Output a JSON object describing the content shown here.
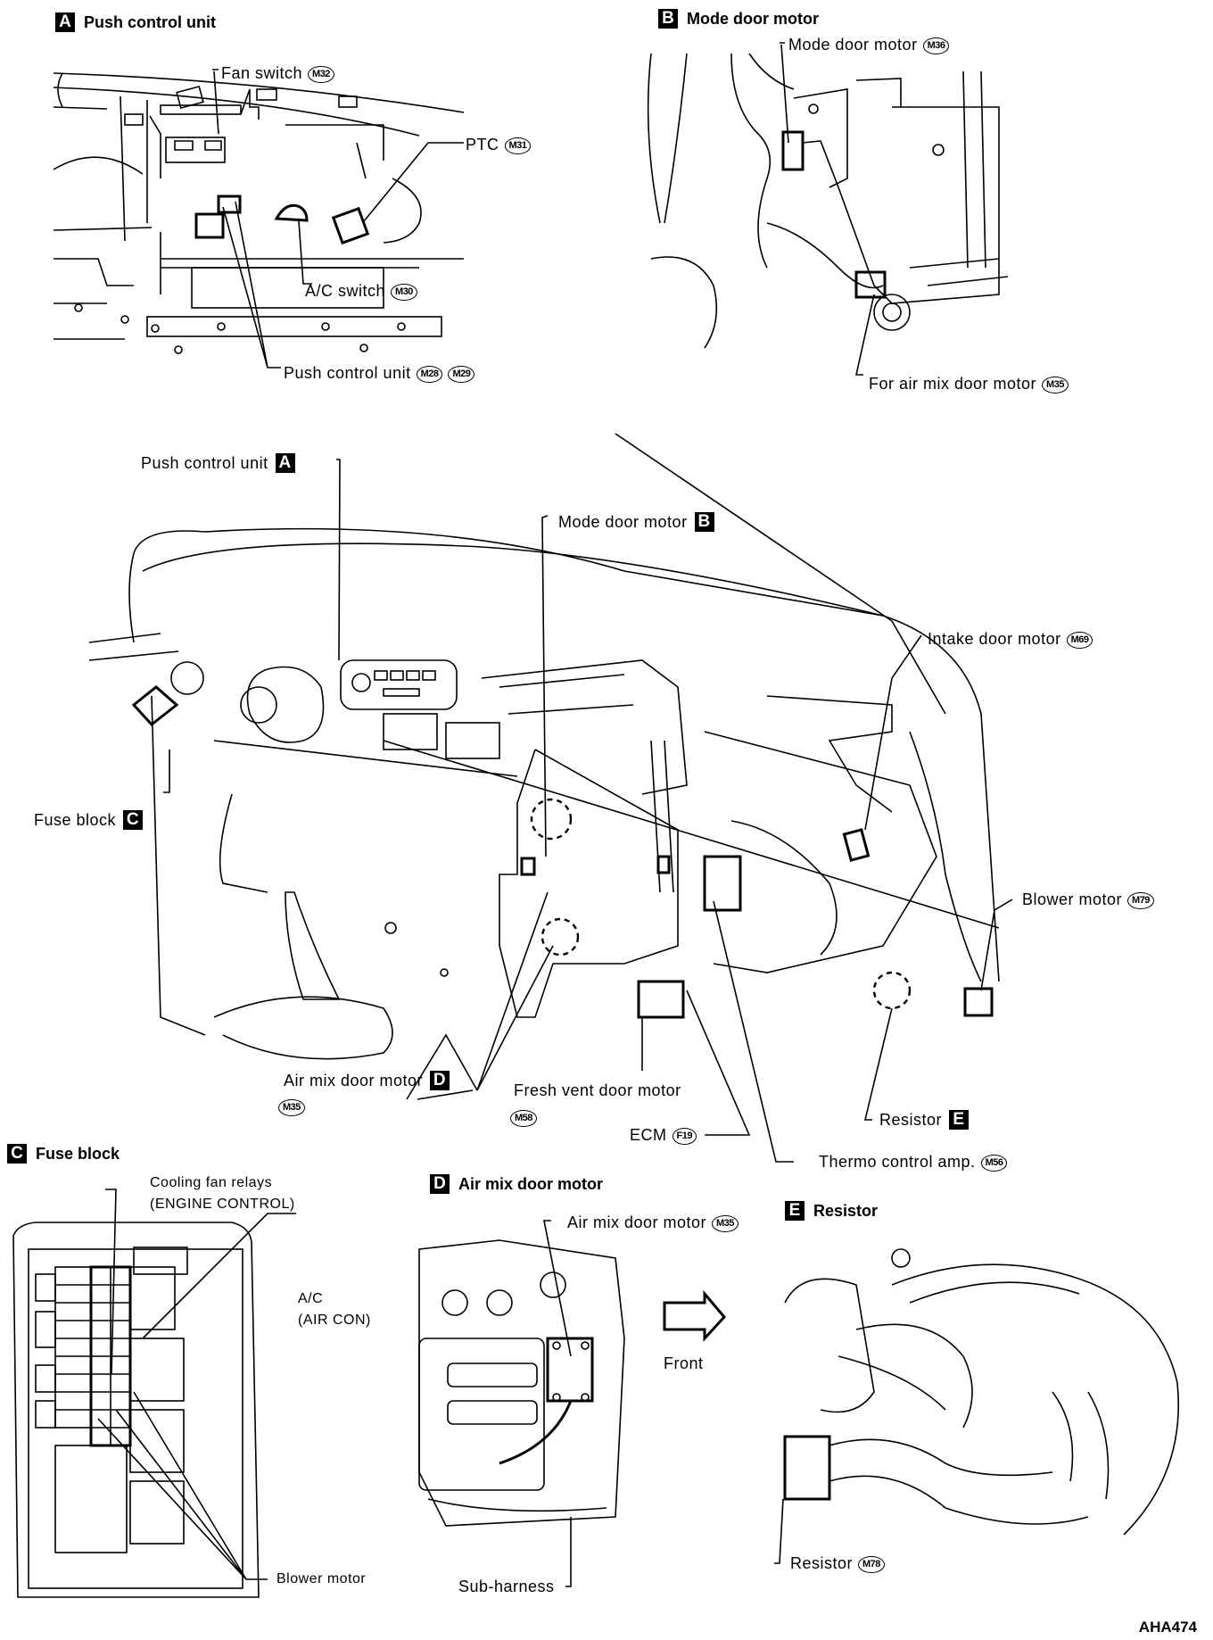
{
  "sections": {
    "A": {
      "badge": "A",
      "title": "Push control unit"
    },
    "B": {
      "badge": "B",
      "title": "Mode door motor"
    },
    "C": {
      "badge": "C",
      "title": "Fuse block"
    },
    "D": {
      "badge": "D",
      "title": "Air mix door motor"
    },
    "E": {
      "badge": "E",
      "title": "Resistor"
    }
  },
  "panel_a": {
    "fan_switch": {
      "label": "Fan switch",
      "connector": "M32"
    },
    "ptc": {
      "label": "PTC",
      "connector": "M31"
    },
    "ac_switch": {
      "label": "A/C switch",
      "connector": "M30"
    },
    "push_control_unit": {
      "label": "Push control unit",
      "connectors": [
        "M28",
        "M29"
      ]
    }
  },
  "panel_b": {
    "mode_door_motor": {
      "label": "Mode door motor",
      "connector": "M36"
    },
    "air_mix_door_motor": {
      "label": "For air mix door motor",
      "connector": "M35"
    }
  },
  "main": {
    "push_control_unit": {
      "label": "Push control unit",
      "badge": "A"
    },
    "mode_door_motor": {
      "label": "Mode door motor",
      "badge": "B"
    },
    "intake_door_motor": {
      "label": "Intake door motor",
      "connector": "M69"
    },
    "fuse_block": {
      "label": "Fuse block",
      "badge": "C"
    },
    "blower_motor": {
      "label": "Blower motor",
      "connector": "M79"
    },
    "air_mix_door_motor": {
      "label": "Air mix door motor",
      "badge": "D",
      "connector": "M35"
    },
    "fresh_vent_door_motor": {
      "label": "Fresh vent door motor",
      "connector": "M58"
    },
    "resistor": {
      "label": "Resistor",
      "badge": "E"
    },
    "ecm": {
      "label": "ECM",
      "connector": "F19"
    },
    "thermo_control_amp": {
      "label": "Thermo control amp.",
      "connector": "M56"
    }
  },
  "panel_c": {
    "cooling_fan_relays": {
      "line1": "Cooling fan relays",
      "line2": "(ENGINE CONTROL)"
    },
    "ac_relay": {
      "line1": "A/C",
      "line2": "(AIR CON)"
    },
    "blower_motor": {
      "label": "Blower motor"
    }
  },
  "panel_d": {
    "air_mix_door_motor": {
      "label": "Air mix door motor",
      "connector": "M35"
    },
    "front": {
      "label": "Front"
    },
    "sub_harness": {
      "label": "Sub-harness"
    }
  },
  "panel_e": {
    "resistor": {
      "label": "Resistor",
      "connector": "M78"
    }
  },
  "figure_code": "AHA474"
}
